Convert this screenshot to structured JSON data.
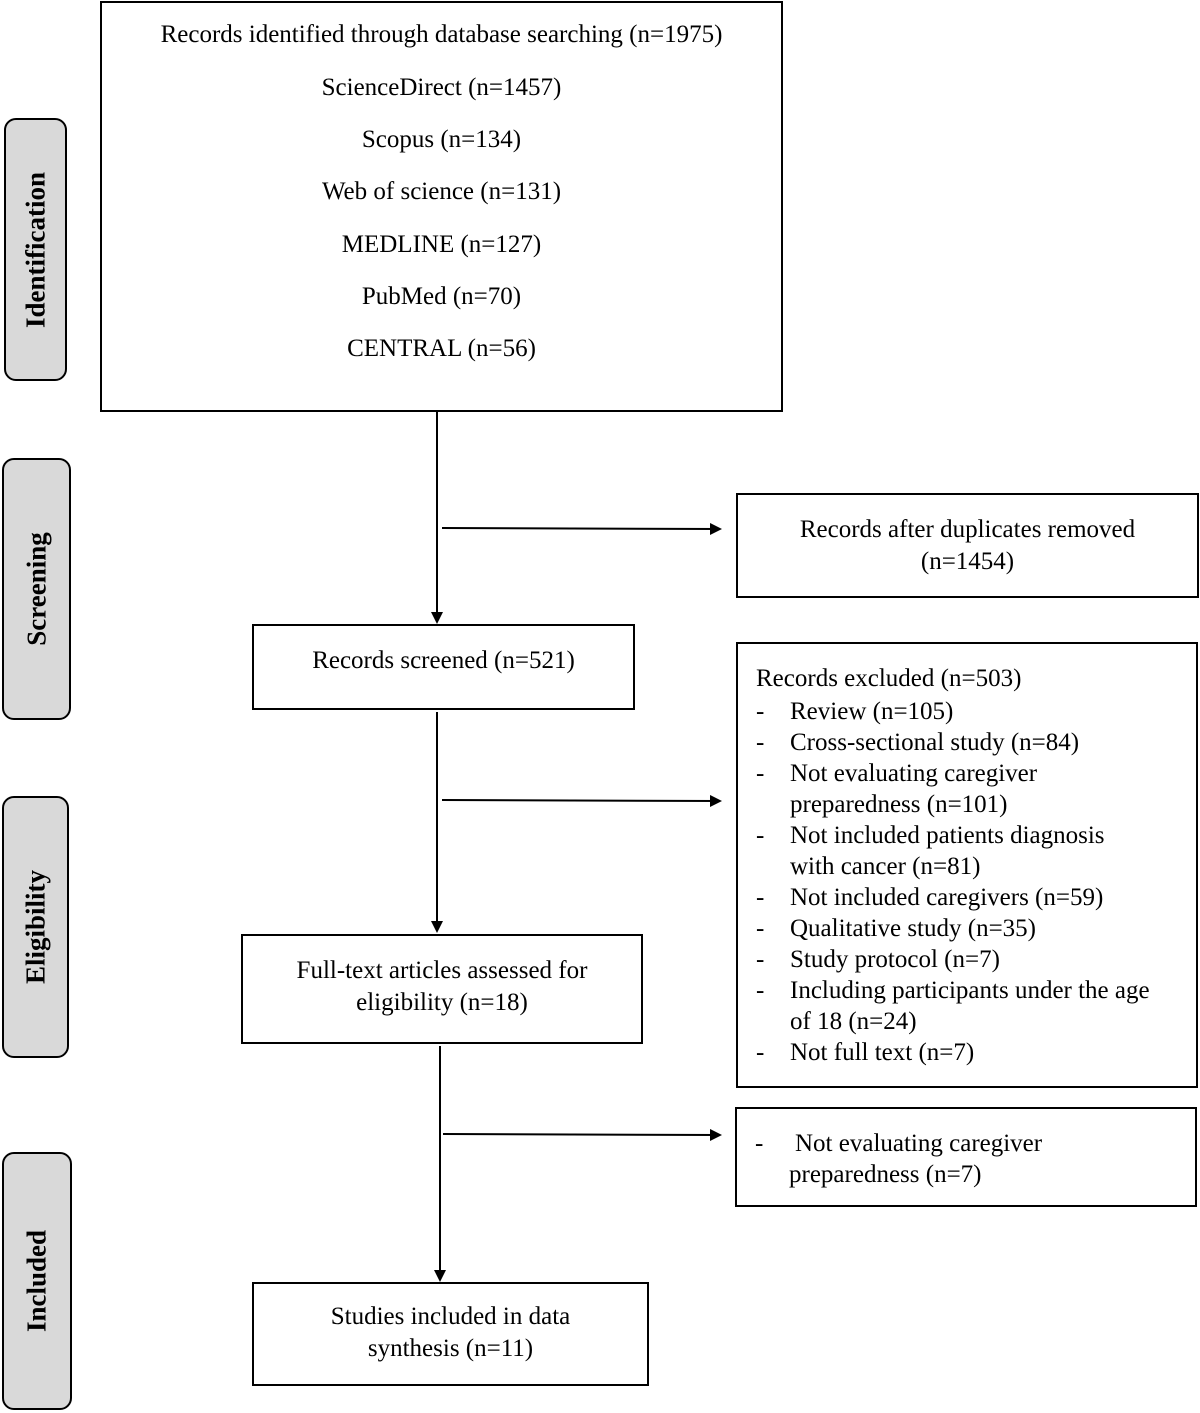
{
  "stages": [
    {
      "id": "identification",
      "label": "Identification"
    },
    {
      "id": "screening",
      "label": "Screening"
    },
    {
      "id": "eligibility",
      "label": "Eligibility"
    },
    {
      "id": "included",
      "label": "Included"
    }
  ],
  "identification": {
    "title": "Records identified through database searching (n=1975)",
    "sources": [
      "ScienceDirect (n=1457)",
      "Scopus (n=134)",
      "Web of science (n=131)",
      "MEDLINE (n=127)",
      "PubMed (n=70)",
      "CENTRAL (n=56)"
    ]
  },
  "duplicates": {
    "line1": "Records after duplicates removed",
    "line2": "(n=1454)"
  },
  "screened": {
    "text": "Records screened (n=521)"
  },
  "excluded": {
    "title": "Records excluded (n=503)",
    "items": [
      [
        "Review (n=105)"
      ],
      [
        "Cross-sectional study (n=84)"
      ],
      [
        "Not evaluating caregiver",
        "preparedness (n=101)"
      ],
      [
        "Not included patients diagnosis",
        "with cancer (n=81)"
      ],
      [
        "Not included caregivers (n=59)"
      ],
      [
        "Qualitative study (n=35)"
      ],
      [
        "Study protocol (n=7)"
      ],
      [
        "Including participants under the age",
        "of 18 (n=24)"
      ],
      [
        "Not full text (n=7)"
      ]
    ]
  },
  "fulltext": {
    "line1": "Full-text articles assessed for",
    "line2": "eligibility (n=18)"
  },
  "fulltext_excluded": {
    "line1": "Not evaluating caregiver",
    "line2": "preparedness (n=7)"
  },
  "included": {
    "line1": "Studies included in data",
    "line2": "synthesis (n=11)"
  },
  "bullet": "-"
}
